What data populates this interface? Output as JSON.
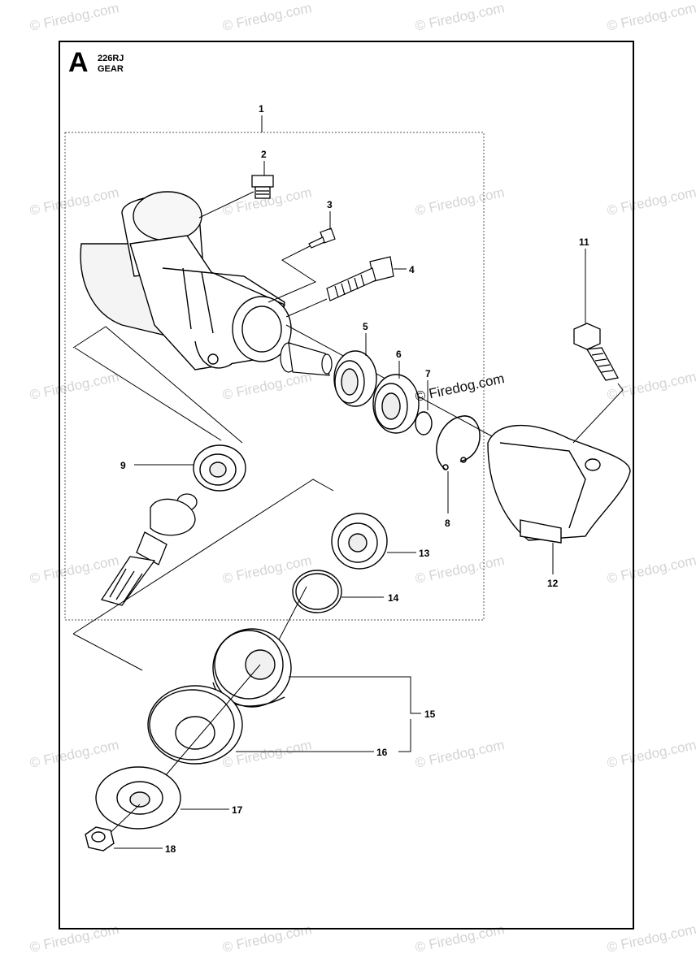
{
  "header": {
    "section_letter": "A",
    "model": "226RJ",
    "title": "GEAR"
  },
  "watermark": {
    "text": "© Firedog.com",
    "color": "#d4d4d4"
  },
  "inline_watermark": "© Firedog.com",
  "callouts": [
    {
      "id": "1",
      "label": "1"
    },
    {
      "id": "2",
      "label": "2"
    },
    {
      "id": "3",
      "label": "3"
    },
    {
      "id": "4",
      "label": "4"
    },
    {
      "id": "5",
      "label": "5"
    },
    {
      "id": "6",
      "label": "6"
    },
    {
      "id": "7",
      "label": "7"
    },
    {
      "id": "8",
      "label": "8"
    },
    {
      "id": "9",
      "label": "9"
    },
    {
      "id": "11",
      "label": "11"
    },
    {
      "id": "12",
      "label": "12"
    },
    {
      "id": "13",
      "label": "13"
    },
    {
      "id": "14",
      "label": "14"
    },
    {
      "id": "15",
      "label": "15"
    },
    {
      "id": "16",
      "label": "16"
    },
    {
      "id": "17",
      "label": "17"
    },
    {
      "id": "18",
      "label": "18"
    }
  ]
}
